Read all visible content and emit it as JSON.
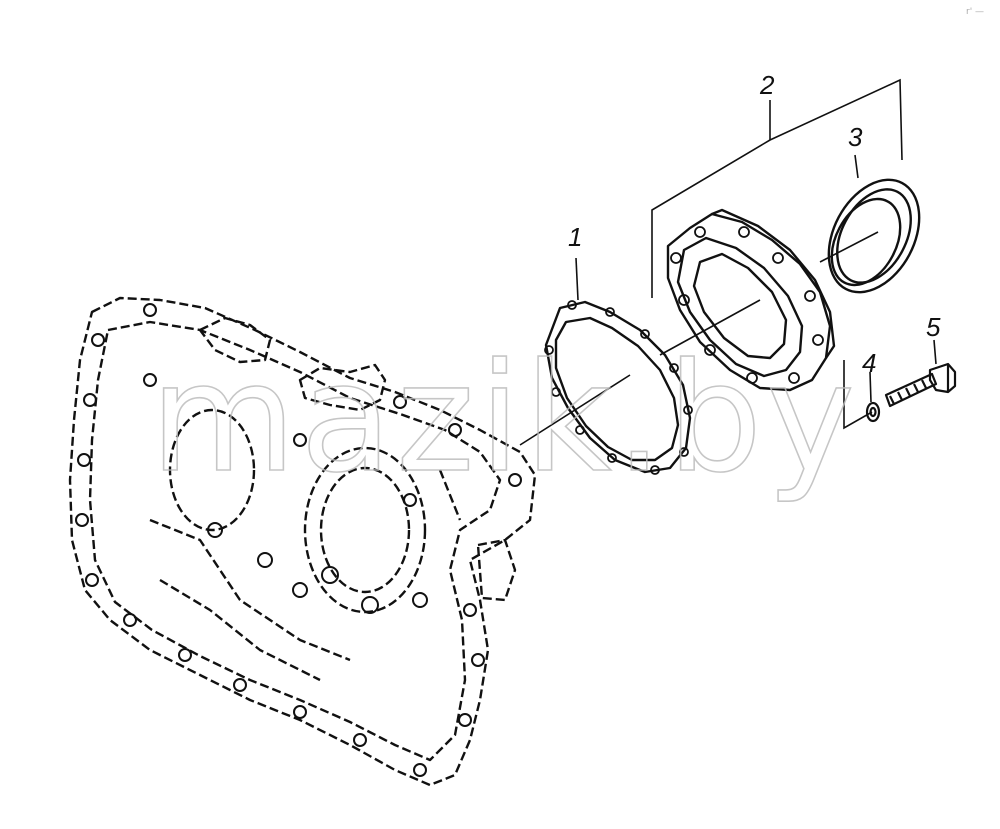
{
  "diagram": {
    "callouts": [
      {
        "id": "1",
        "label": "1"
      },
      {
        "id": "2",
        "label": "2"
      },
      {
        "id": "3",
        "label": "3"
      },
      {
        "id": "4",
        "label": "4"
      },
      {
        "id": "5",
        "label": "5"
      }
    ],
    "watermark": "mazik.by",
    "corner_mark": "r' —"
  },
  "colors": {
    "ink": "#111111",
    "watermark": "#bdbdbd",
    "background": "#ffffff"
  }
}
